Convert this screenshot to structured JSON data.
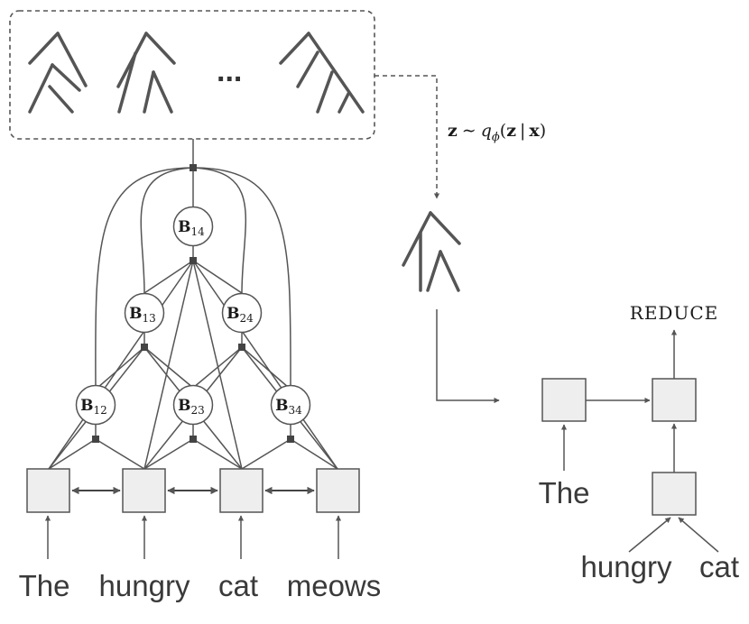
{
  "diagram": {
    "sentence_words": [
      "The",
      "hungry",
      "cat",
      "meows"
    ],
    "span_nodes": [
      {
        "id": "B12",
        "label": "B",
        "sub": "12"
      },
      {
        "id": "B23",
        "label": "B",
        "sub": "23"
      },
      {
        "id": "B34",
        "label": "B",
        "sub": "34"
      },
      {
        "id": "B13",
        "label": "B",
        "sub": "13"
      },
      {
        "id": "B24",
        "label": "B",
        "sub": "24"
      },
      {
        "id": "B14",
        "label": "B",
        "sub": "14"
      }
    ],
    "ellipsis": "...",
    "sampling_formula": {
      "z": "z",
      "tilde": "∼",
      "q": "q",
      "phi": "ϕ",
      "paren_open": "(",
      "z2": "z",
      "bar": "|",
      "x": "x",
      "paren_close": ")"
    },
    "rnng": {
      "action": "REDUCE",
      "first_word": "The",
      "composed_words": [
        "hungry",
        "cat"
      ]
    }
  }
}
